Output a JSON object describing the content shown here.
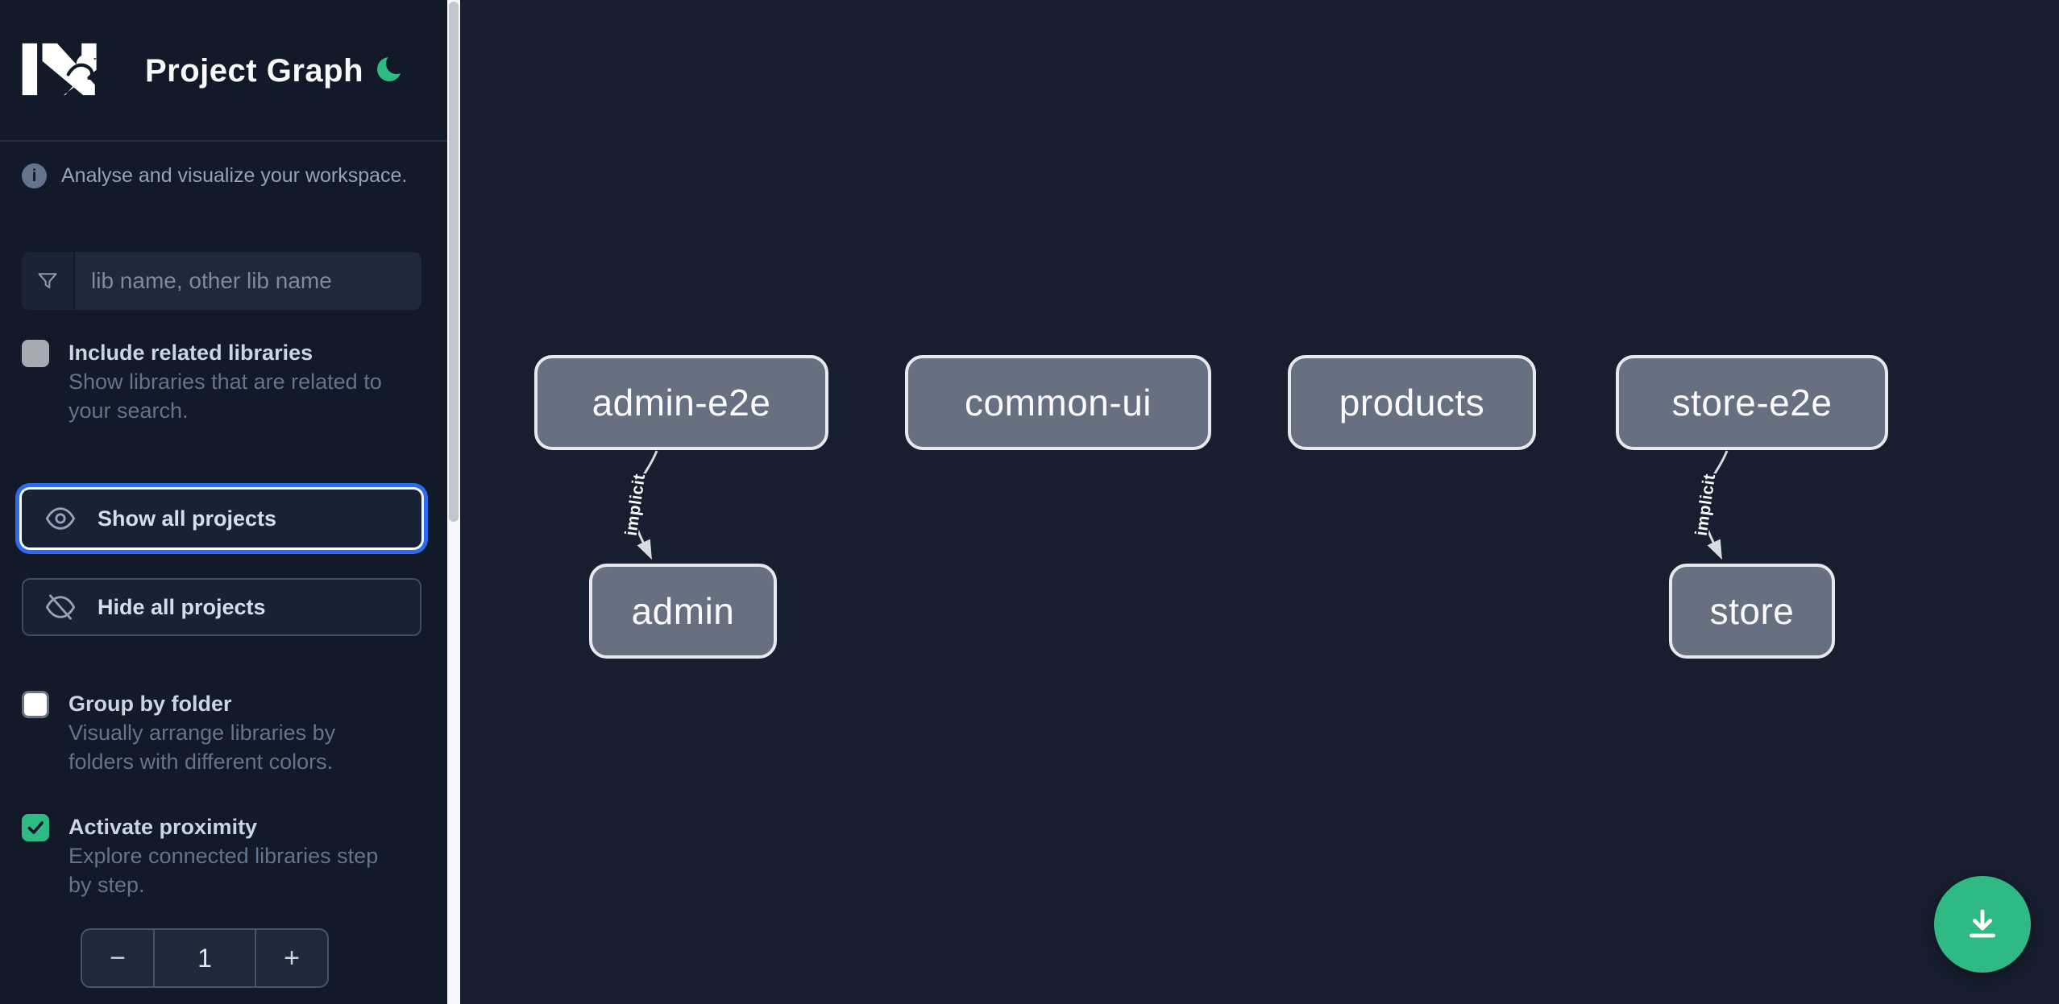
{
  "app": {
    "title": "Project Graph"
  },
  "colors": {
    "accent_green": "#2fb984",
    "focus_ring_blue": "#2d6bf2",
    "node_fill": "#667081",
    "sidebar_bg": "#121a29",
    "canvas_bg": "#161e2f"
  },
  "sidebar": {
    "info_text": "Analyse and visualize your workspace.",
    "filter": {
      "placeholder": "lib name, other lib name",
      "value": ""
    },
    "checkboxes": [
      {
        "label": "Include related libraries",
        "description": "Show libraries that are related to\nyour search.",
        "checked": false
      },
      {
        "label": "Group by folder",
        "description": "Visually arrange libraries by\nfolders with different colors.",
        "checked": false
      },
      {
        "label": "Activate proximity",
        "description": "Explore connected libraries step\nby step.",
        "checked": true
      }
    ],
    "buttons": [
      {
        "label": "Show all projects",
        "icon": "eye-icon",
        "focused": true
      },
      {
        "label": "Hide all projects",
        "icon": "eye-off-icon",
        "focused": false
      }
    ],
    "stepper": {
      "decrement": "−",
      "value": "1",
      "increment": "+"
    }
  },
  "graph": {
    "nodes": [
      {
        "label": "admin-e2e"
      },
      {
        "label": "common-ui"
      },
      {
        "label": "products"
      },
      {
        "label": "store-e2e"
      },
      {
        "label": "admin"
      },
      {
        "label": "store"
      }
    ],
    "edges": [
      {
        "source": "admin-e2e",
        "target": "admin",
        "label": "implicit"
      },
      {
        "source": "store-e2e",
        "target": "store",
        "label": "implicit"
      }
    ]
  },
  "fab": {
    "icon": "download-icon"
  }
}
